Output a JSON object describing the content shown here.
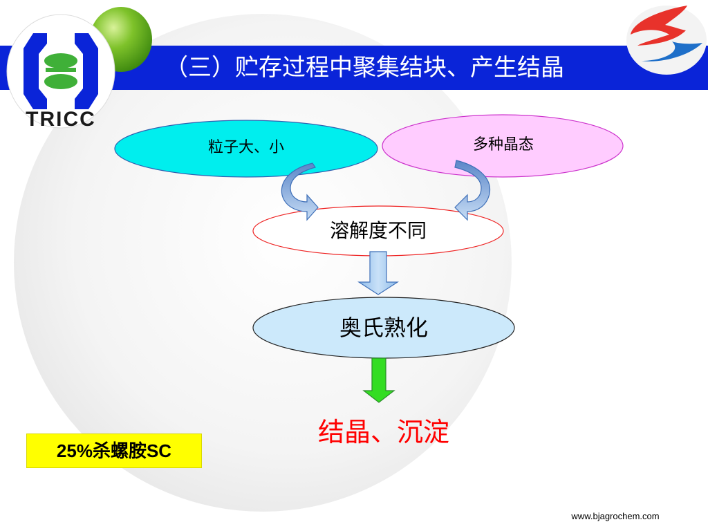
{
  "slide": {
    "title": "（三）贮存过程中聚集结块、产生结晶",
    "logo_left_text": "TRICC",
    "website": "www.bjagrochem.com"
  },
  "diagram": {
    "nodes": {
      "particle_size": "粒子大、小",
      "crystal_forms": "多种晶态",
      "solubility": "溶解度不同",
      "ostwald": "奥氏熟化",
      "result": "结晶、沉淀"
    }
  },
  "product_label": "25%杀螺胺SC",
  "colors": {
    "title_bar": "#0a24d8",
    "cyan_node": "#00eeee",
    "pink_node": "#ffccff",
    "light_blue_node": "#cce9fb",
    "arrow_blue": "#a9cdf2",
    "arrow_green": "#33dd22",
    "result_red": "#ff0000",
    "product_yellow": "#ffff00"
  }
}
